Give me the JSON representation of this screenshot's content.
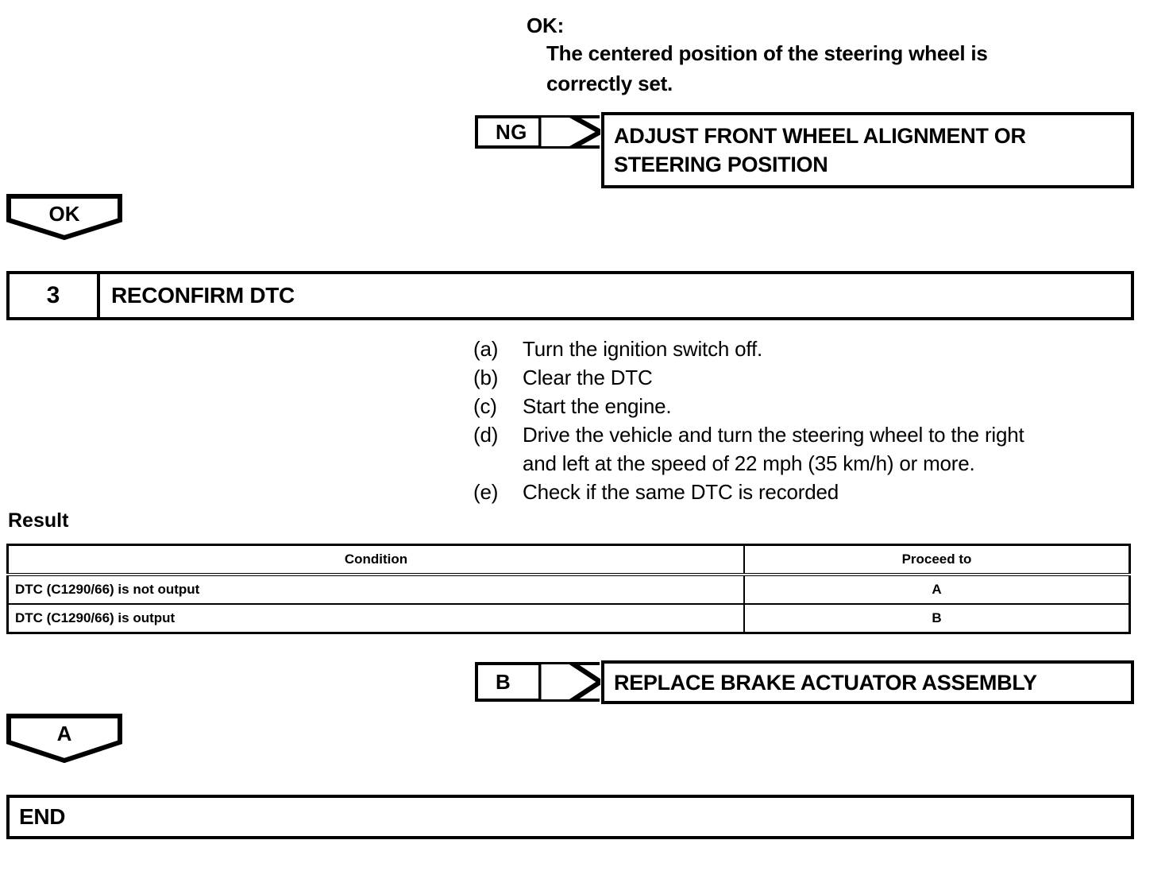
{
  "ok_statement": {
    "label": "OK:",
    "line1": "The centered position of the steering wheel is",
    "line2": "correctly set."
  },
  "ng_branch": {
    "tag": "NG",
    "action_line1": "ADJUST FRONT WHEEL ALIGNMENT OR",
    "action_line2": "STEERING POSITION"
  },
  "ok_connector": {
    "tag": "OK"
  },
  "step": {
    "number": "3",
    "title": "RECONFIRM DTC"
  },
  "procedure": [
    {
      "marker": "(a)",
      "text": "Turn the ignition switch off."
    },
    {
      "marker": "(b)",
      "text": "Clear the DTC"
    },
    {
      "marker": "(c)",
      "text": "Start the engine."
    },
    {
      "marker": "(d)",
      "text": "Drive the vehicle and turn the steering wheel to the right"
    },
    {
      "marker": "",
      "text": "and left at the speed of 22 mph (35 km/h) or more."
    },
    {
      "marker": "(e)",
      "text": "Check if the same DTC is recorded"
    }
  ],
  "result": {
    "heading": "Result",
    "columns": [
      "Condition",
      "Proceed to"
    ],
    "rows": [
      {
        "condition": "DTC (C1290/66) is not output",
        "proceed_to": "A"
      },
      {
        "condition": "DTC (C1290/66) is output",
        "proceed_to": "B"
      }
    ]
  },
  "b_branch": {
    "tag": "B",
    "action": "REPLACE BRAKE ACTUATOR ASSEMBLY"
  },
  "a_connector": {
    "tag": "A"
  },
  "end_box": {
    "label": "END"
  },
  "colors": {
    "line": "#000000",
    "background": "#ffffff"
  }
}
